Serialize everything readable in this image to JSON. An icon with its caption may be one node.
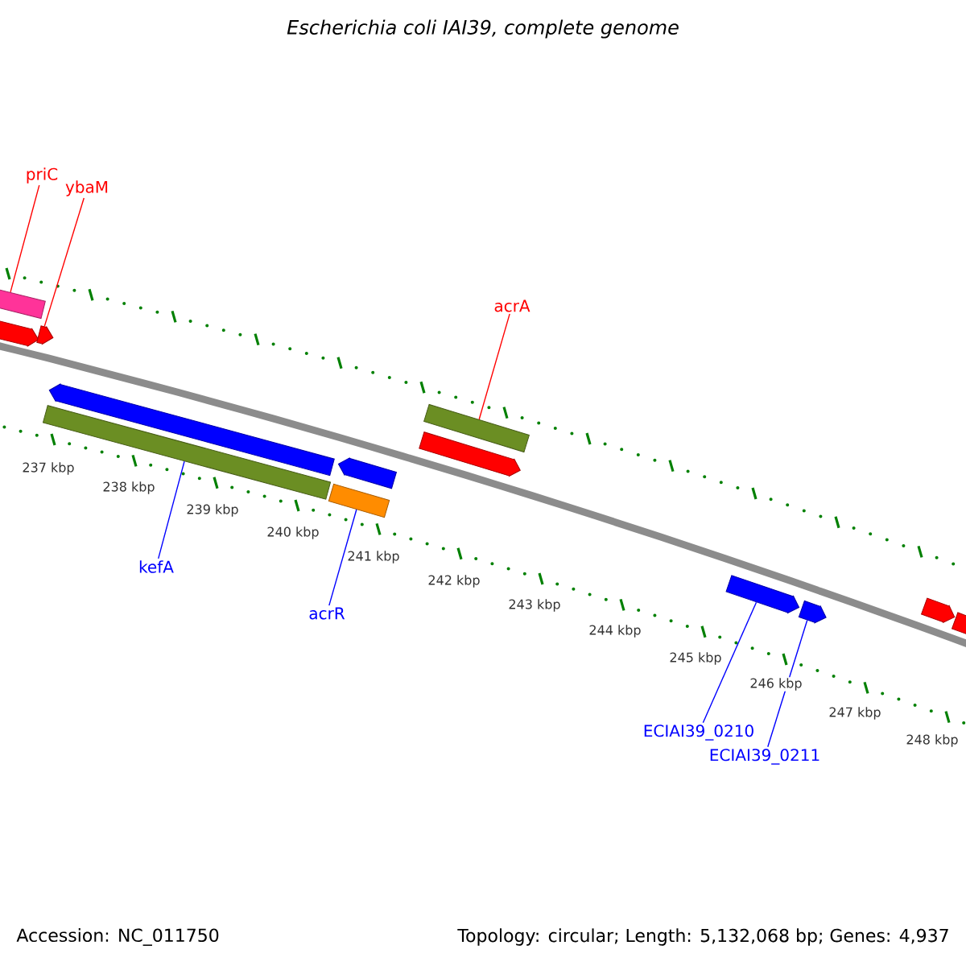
{
  "diagram": {
    "title": "Escherichia coli IAI39, complete genome",
    "nodes": [
      {
        "text": [
          "priC"
        ]
      },
      {
        "text": [
          "ybaM"
        ]
      },
      {
        "text": [
          "acrA"
        ]
      },
      {
        "text": [
          "kefA"
        ]
      },
      {
        "text": [
          "acrR"
        ]
      },
      {
        "text": [
          "ECIAI39_0210"
        ]
      },
      {
        "text": [
          "ECIAI39_0211"
        ]
      },
      {
        "text": [],
        "shape": "bar"
      },
      {
        "text": [],
        "shape": "arrow"
      },
      {
        "text": [],
        "shape": "arrow"
      },
      {
        "text": [],
        "shape": "bar"
      },
      {
        "text": [],
        "shape": "arrow"
      },
      {
        "text": [],
        "shape": "bar"
      },
      {
        "text": [],
        "shape": "arrow"
      },
      {
        "text": [],
        "shape": "arrow"
      },
      {
        "text": [],
        "shape": "bar"
      },
      {
        "text": [],
        "shape": "arrow"
      },
      {
        "text": [],
        "shape": "arrow"
      },
      {
        "text": [],
        "shape": "arrow"
      },
      {
        "text": [],
        "shape": "arrow"
      }
    ],
    "edges": [
      {
        "from": 0,
        "to": 7,
        "arrow": "none",
        "color": "#ff0000"
      },
      {
        "from": 1,
        "to": 9,
        "arrow": "none",
        "color": "#ff0000"
      },
      {
        "from": 2,
        "to": 15,
        "arrow": "none",
        "color": "#ff0000"
      },
      {
        "from": 3,
        "to": 10,
        "arrow": "none"
      },
      {
        "from": 4,
        "to": 12,
        "arrow": "none"
      },
      {
        "from": 5,
        "to": 16,
        "arrow": "none"
      },
      {
        "from": 6,
        "to": 17,
        "arrow": "none"
      }
    ],
    "labels": [
      "237 kbp",
      "238 kbp",
      "239 kbp",
      "240 kbp",
      "241 kbp",
      "242 kbp",
      "243 kbp",
      "244 kbp",
      "245 kbp",
      "246 kbp",
      "247 kbp",
      "248 kbp",
      "Accession: NC_011750",
      "Topology: circular; Length: 5,132,068 bp; Genes: 4,937"
    ]
  }
}
